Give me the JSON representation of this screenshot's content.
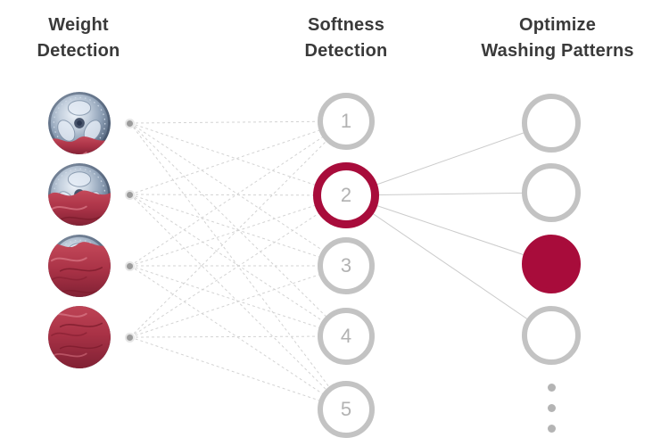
{
  "diagram": {
    "title_columns": [
      {
        "id": "weight-detection",
        "title_lines": [
          "Weight",
          "Detection"
        ]
      },
      {
        "id": "softness-detection",
        "title_lines": [
          "Softness",
          "Detection"
        ]
      },
      {
        "id": "optimize-washing",
        "title_lines": [
          "Optimize",
          "Washing Patterns"
        ]
      }
    ],
    "weight_nodes": [
      {
        "name": "laundry-photo-1",
        "cloth_coverage": 0.26
      },
      {
        "name": "laundry-photo-2",
        "cloth_coverage": 0.5
      },
      {
        "name": "laundry-photo-3",
        "cloth_coverage": 0.78
      },
      {
        "name": "laundry-photo-4",
        "cloth_coverage": 1.0
      }
    ],
    "softness_nodes": [
      {
        "label": "1",
        "active": false
      },
      {
        "label": "2",
        "active": true
      },
      {
        "label": "3",
        "active": false
      },
      {
        "label": "4",
        "active": false
      },
      {
        "label": "5",
        "active": false
      }
    ],
    "output_nodes": [
      {
        "active": false
      },
      {
        "active": false
      },
      {
        "active": true
      },
      {
        "active": false
      }
    ],
    "ellipsis_dot_count": 3,
    "connections": {
      "input_to_hidden": "fully-connected",
      "hidden_to_output_source_label": "2",
      "hidden_to_output_target_count": 4
    }
  },
  "colors": {
    "accent_red": "#a80c3b",
    "ring_gray": "#c3c3c3",
    "number_gray": "#b2b2b2",
    "dashed_line": "#d3d3d3",
    "solid_line": "#cbcbcb",
    "source_dot": "#9c9c9c",
    "ellipsis_dot": "#b4b4b4",
    "heading_text": "#3a3a3a",
    "background": "#ffffff"
  }
}
